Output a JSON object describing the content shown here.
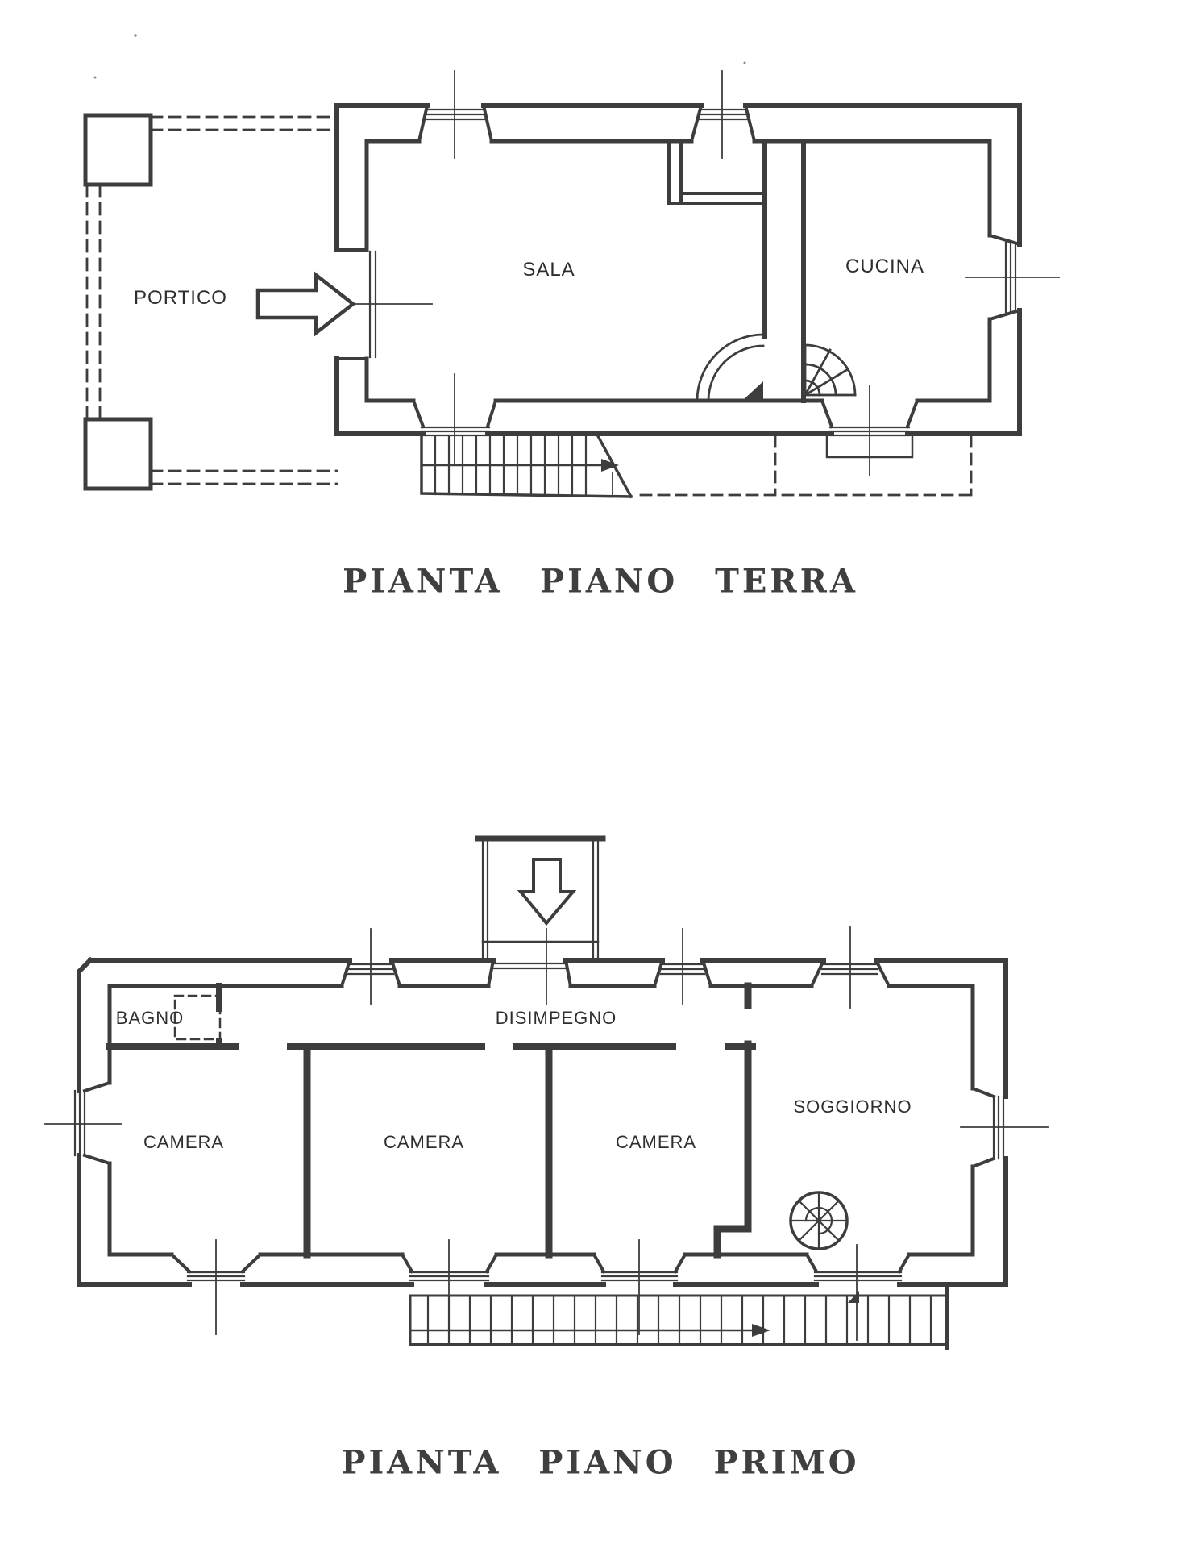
{
  "colors": {
    "ink": "#3d3d3d",
    "paper": "#ffffff"
  },
  "ground_floor": {
    "title": "PIANTA PIANO TERRA",
    "rooms": {
      "portico": "PORTICO",
      "sala": "SALA",
      "cucina": "CUCINA"
    }
  },
  "first_floor": {
    "title": "PIANTA PIANO PRIMO",
    "rooms": {
      "bagno": "BAGNO",
      "disimpegno": "DISIMPEGNO",
      "camera_left": "CAMERA",
      "camera_middle": "CAMERA",
      "camera_right": "CAMERA",
      "soggiorno": "SOGGIORNO"
    }
  }
}
